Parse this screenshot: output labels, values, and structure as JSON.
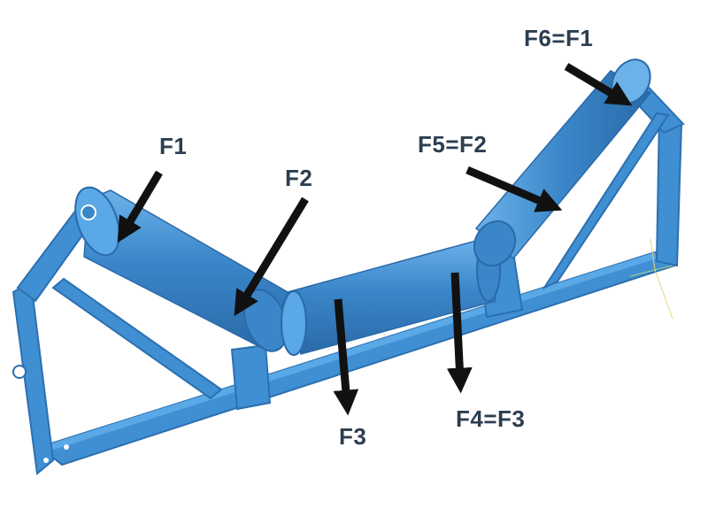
{
  "colors": {
    "frame": "#3f8fd2",
    "frame_dark": "#2c70b0",
    "frame_light": "#5aa8e6",
    "roller": "#3a86c9",
    "roller_dark": "#2a6aa8",
    "roller_light": "#6bb2ea",
    "arrow": "#111111",
    "label": "#2c3e50"
  },
  "forces": [
    {
      "id": "f1",
      "label": "F1"
    },
    {
      "id": "f2",
      "label": "F2"
    },
    {
      "id": "f3",
      "label": "F3"
    },
    {
      "id": "f4",
      "label": "F4=F3"
    },
    {
      "id": "f5",
      "label": "F5=F2"
    },
    {
      "id": "f6",
      "label": "F6=F1"
    }
  ]
}
